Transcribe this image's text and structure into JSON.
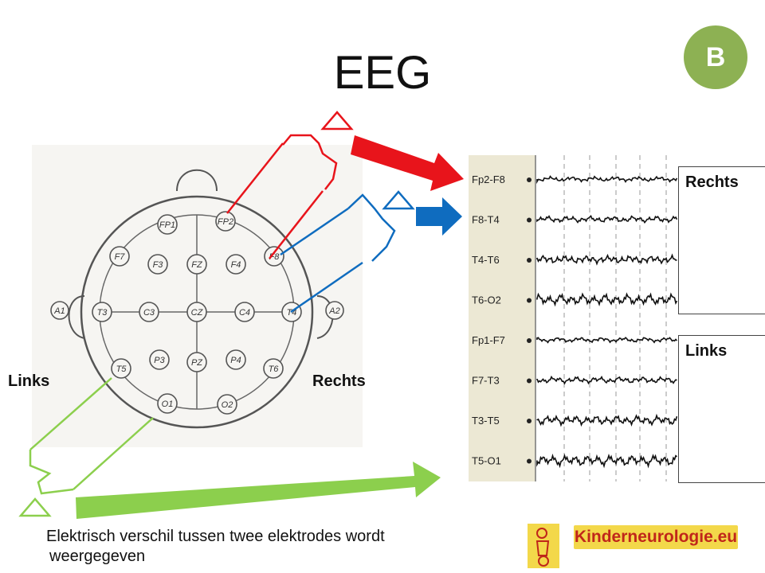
{
  "title": "EEG",
  "badge": "B",
  "head": {
    "left_label": "Links",
    "right_label": "Rechts",
    "electrodes": [
      "FP1",
      "FP2",
      "F7",
      "F3",
      "FZ",
      "F4",
      "F8",
      "A1",
      "T3",
      "C3",
      "CZ",
      "C4",
      "T4",
      "A2",
      "T5",
      "P3",
      "PZ",
      "P4",
      "T6",
      "O1",
      "O2"
    ]
  },
  "eeg": {
    "channels": [
      "Fp2-F8",
      "F8-T4",
      "T4-T6",
      "T6-O2",
      "Fp1-F7",
      "F7-T3",
      "T3-T5",
      "T5-O1"
    ]
  },
  "boxes": {
    "right_label": "Rechts",
    "left_label": "Links"
  },
  "caption_line1": "Elektrisch verschil tussen twee elektrodes wordt",
  "caption_line2": "weergegeven",
  "logo": "Kinderneurologie.eu",
  "colors": {
    "red": "#e8141b",
    "blue": "#0f6cbf",
    "green": "#8ccf4d",
    "badge": "#8db153"
  }
}
